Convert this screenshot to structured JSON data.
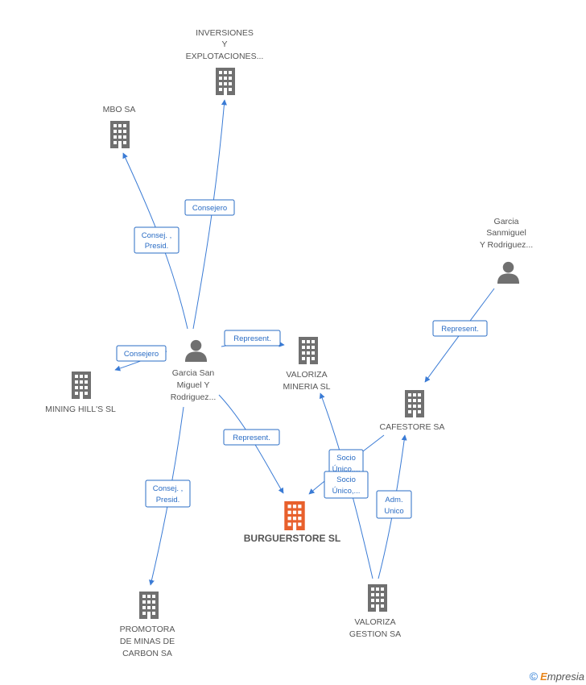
{
  "colors": {
    "edge": "#3a7bd5",
    "node": "#707070",
    "main_node": "#e8602c"
  },
  "nodes": [
    {
      "id": "inversiones",
      "type": "company",
      "lines": [
        "INVERSIONES",
        "Y",
        "EXPLOTACIONES..."
      ]
    },
    {
      "id": "mbo",
      "type": "company",
      "lines": [
        "MBO SA"
      ]
    },
    {
      "id": "garcia-sanmiguel",
      "type": "person",
      "lines": [
        "Garcia",
        "Sanmiguel",
        "Y Rodriguez..."
      ]
    },
    {
      "id": "garcia-san-miguel",
      "type": "person",
      "lines": [
        "Garcia San",
        "Miguel Y",
        "Rodriguez..."
      ]
    },
    {
      "id": "valoriza-mineria",
      "type": "company",
      "lines": [
        "VALORIZA",
        "MINERIA  SL"
      ]
    },
    {
      "id": "mining-hills",
      "type": "company",
      "lines": [
        "MINING HILL'S SL"
      ]
    },
    {
      "id": "cafestore",
      "type": "company",
      "lines": [
        "CAFESTORE SA"
      ]
    },
    {
      "id": "burguerstore",
      "type": "main",
      "lines": [
        "BURGUERSTORE SL"
      ]
    },
    {
      "id": "promotora",
      "type": "company",
      "lines": [
        "PROMOTORA",
        "DE MINAS DE",
        "CARBON SA"
      ]
    },
    {
      "id": "valoriza-gestion",
      "type": "company",
      "lines": [
        "VALORIZA",
        "GESTION SA"
      ]
    }
  ],
  "edges": [
    {
      "id": "e1",
      "lines": [
        "Consejero"
      ]
    },
    {
      "id": "e2",
      "lines": [
        "Consej. ,",
        "Presid."
      ]
    },
    {
      "id": "e3",
      "lines": [
        "Represent."
      ]
    },
    {
      "id": "e4",
      "lines": [
        "Consejero"
      ]
    },
    {
      "id": "e5",
      "lines": [
        "Represent."
      ]
    },
    {
      "id": "e6",
      "lines": [
        "Represent."
      ]
    },
    {
      "id": "e7",
      "lines": [
        "Consej. ,",
        "Presid."
      ]
    },
    {
      "id": "e8",
      "lines": [
        "Socio",
        "Único,..."
      ]
    },
    {
      "id": "e9",
      "lines": [
        "Socio",
        "Único,..."
      ]
    },
    {
      "id": "e10",
      "lines": [
        "Adm.",
        "Unico"
      ]
    }
  ],
  "footer": {
    "copyright": "©",
    "brand_first": "E",
    "brand_rest": "mpresia"
  }
}
